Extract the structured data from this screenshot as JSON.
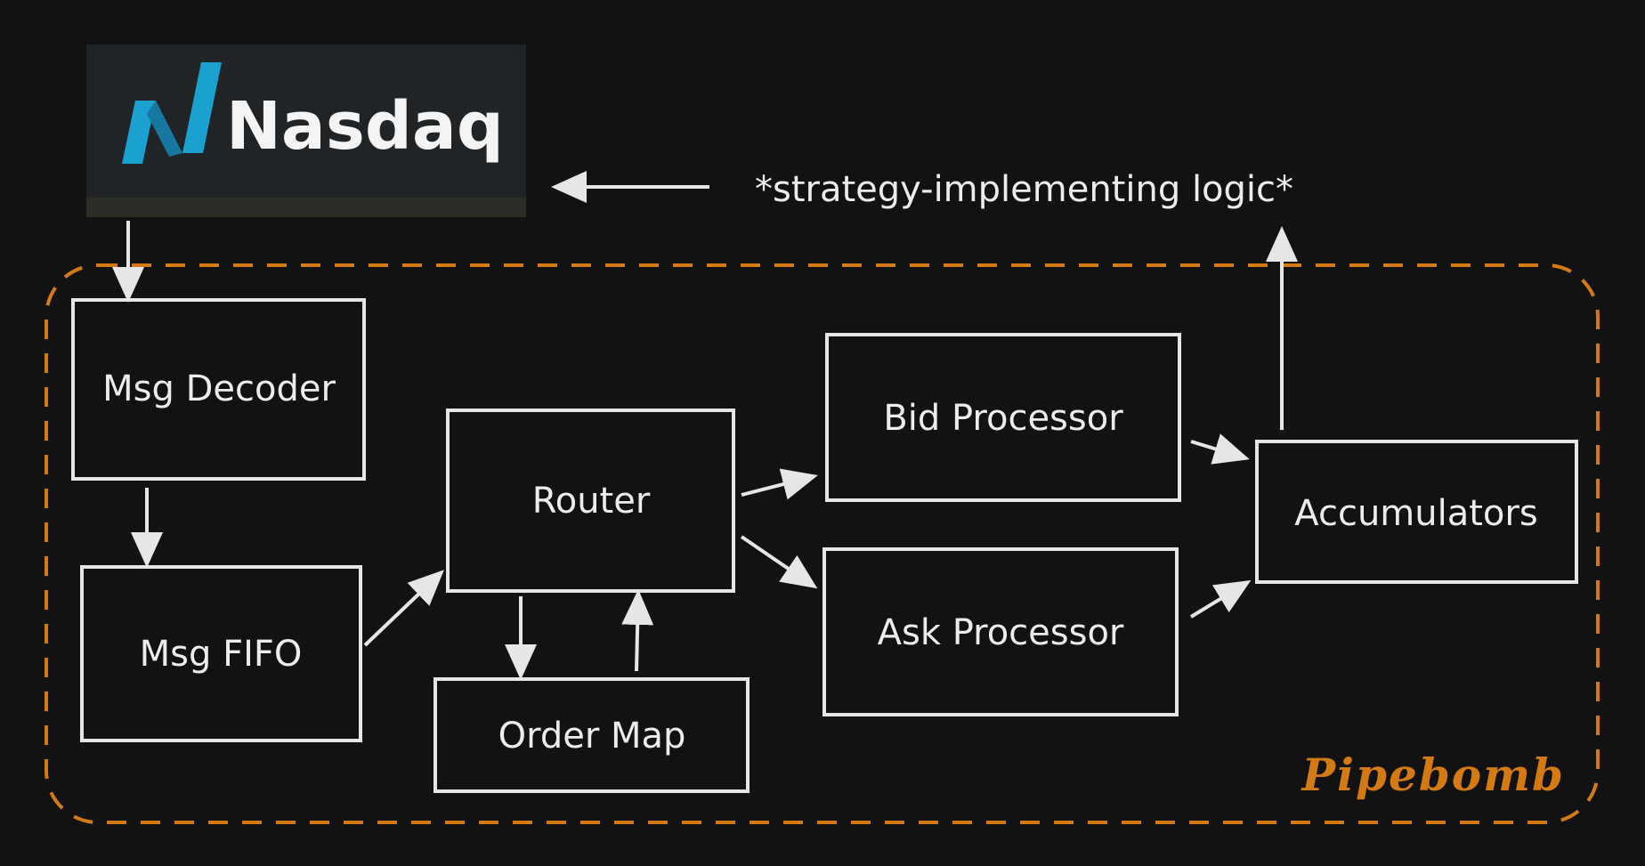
{
  "colors": {
    "background": "#121212",
    "stroke": "#e6e6e6",
    "text": "#ececec",
    "group_border": "#d37a14",
    "logo_bg": "#202426",
    "logo_accent": "#1aa1cf"
  },
  "logo": {
    "name": "Nasdaq",
    "icon": "nasdaq-logo-mark"
  },
  "annotation": {
    "text": "*strategy-implementing logic*"
  },
  "group": {
    "label": "Pipebomb"
  },
  "nodes": {
    "msg_decoder": "Msg Decoder",
    "msg_fifo": "Msg FIFO",
    "router": "Router",
    "order_map": "Order Map",
    "bid_processor": "Bid Processor",
    "ask_processor": "Ask Processor",
    "accumulators": "Accumulators"
  },
  "edges": [
    {
      "from": "Nasdaq",
      "to": "Msg Decoder"
    },
    {
      "from": "Msg Decoder",
      "to": "Msg FIFO"
    },
    {
      "from": "Msg FIFO",
      "to": "Router"
    },
    {
      "from": "Router",
      "to": "Order Map"
    },
    {
      "from": "Order Map",
      "to": "Router"
    },
    {
      "from": "Router",
      "to": "Bid Processor"
    },
    {
      "from": "Router",
      "to": "Ask Processor"
    },
    {
      "from": "Bid Processor",
      "to": "Accumulators"
    },
    {
      "from": "Ask Processor",
      "to": "Accumulators"
    },
    {
      "from": "Accumulators",
      "to": "*strategy-implementing logic*"
    },
    {
      "from": "*strategy-implementing logic*",
      "to": "Nasdaq"
    }
  ]
}
